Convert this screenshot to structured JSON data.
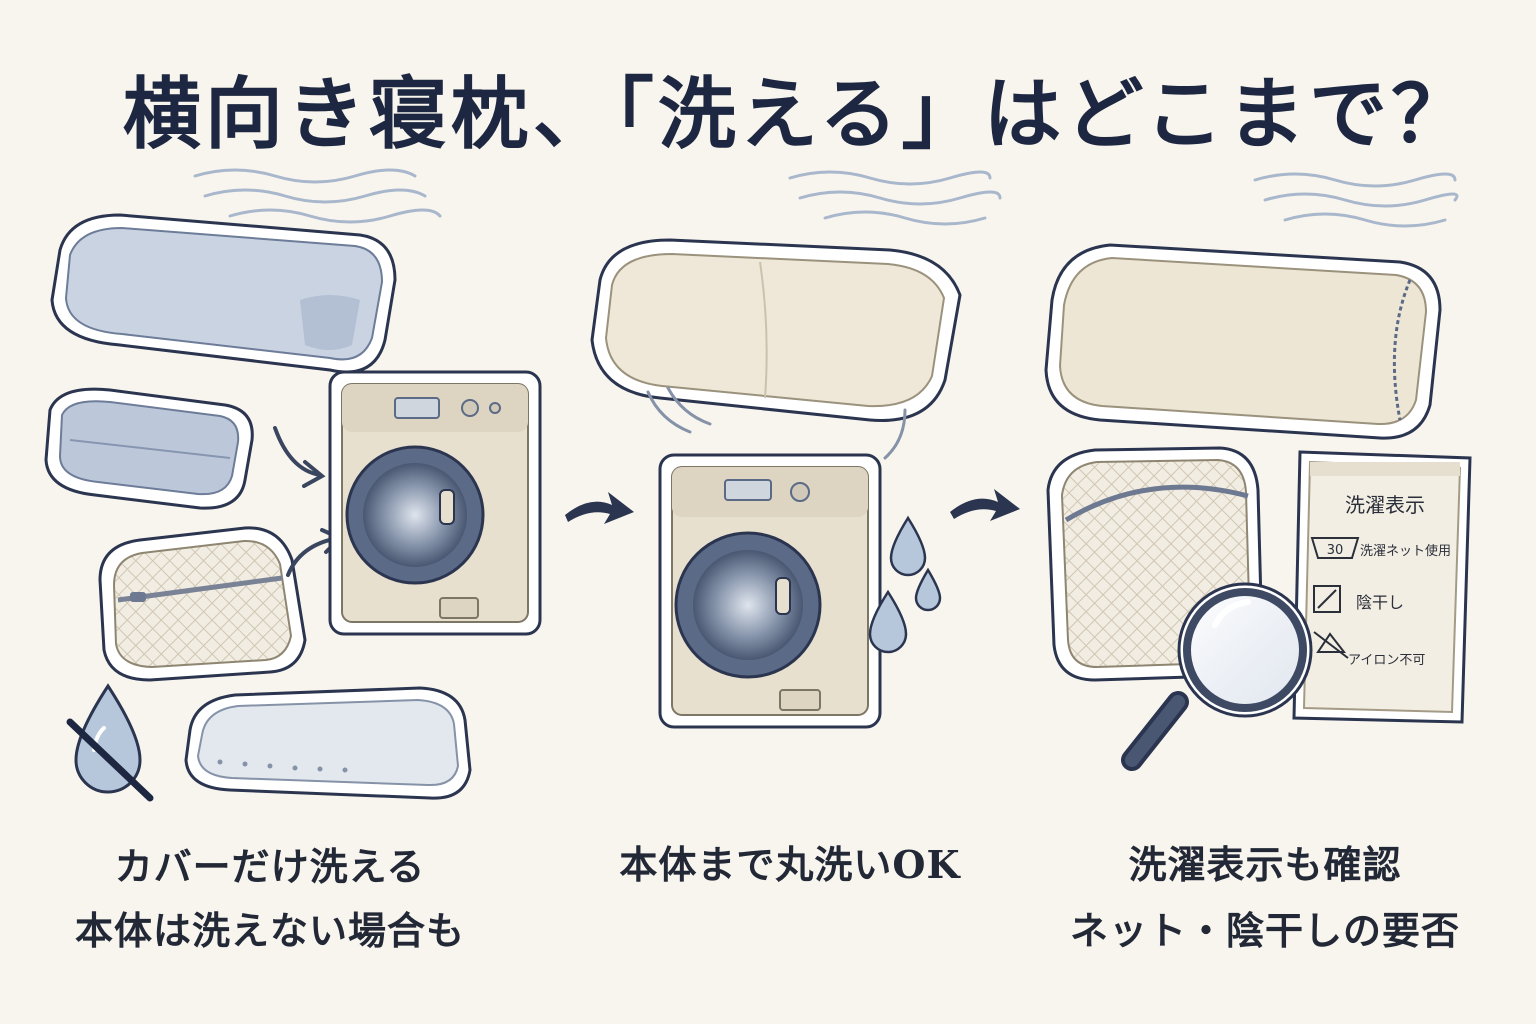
{
  "title": "横向き寝枕、「洗える」はどこまで？",
  "columns": [
    {
      "caption_line1": "カバーだけ洗える",
      "caption_line2": "本体は洗えない場合も"
    },
    {
      "caption_line1": "本体まで丸洗いOK"
    },
    {
      "caption_line1": "洗濯表示も確認",
      "caption_line2": "ネット・陰干しの要否"
    }
  ],
  "care_label": {
    "heading": "洗濯表示",
    "temperature": "30",
    "rows": [
      "洗濯ネット使用",
      "陰干し",
      "アイロン不可"
    ]
  },
  "colors": {
    "background": "#f8f5ee",
    "ink": "#1d2741",
    "pillow_blue": "#c9d3e2",
    "pillow_cream": "#efe8d8",
    "machine_body": "#e8e0cf",
    "drum_ring": "#5b6a86"
  }
}
